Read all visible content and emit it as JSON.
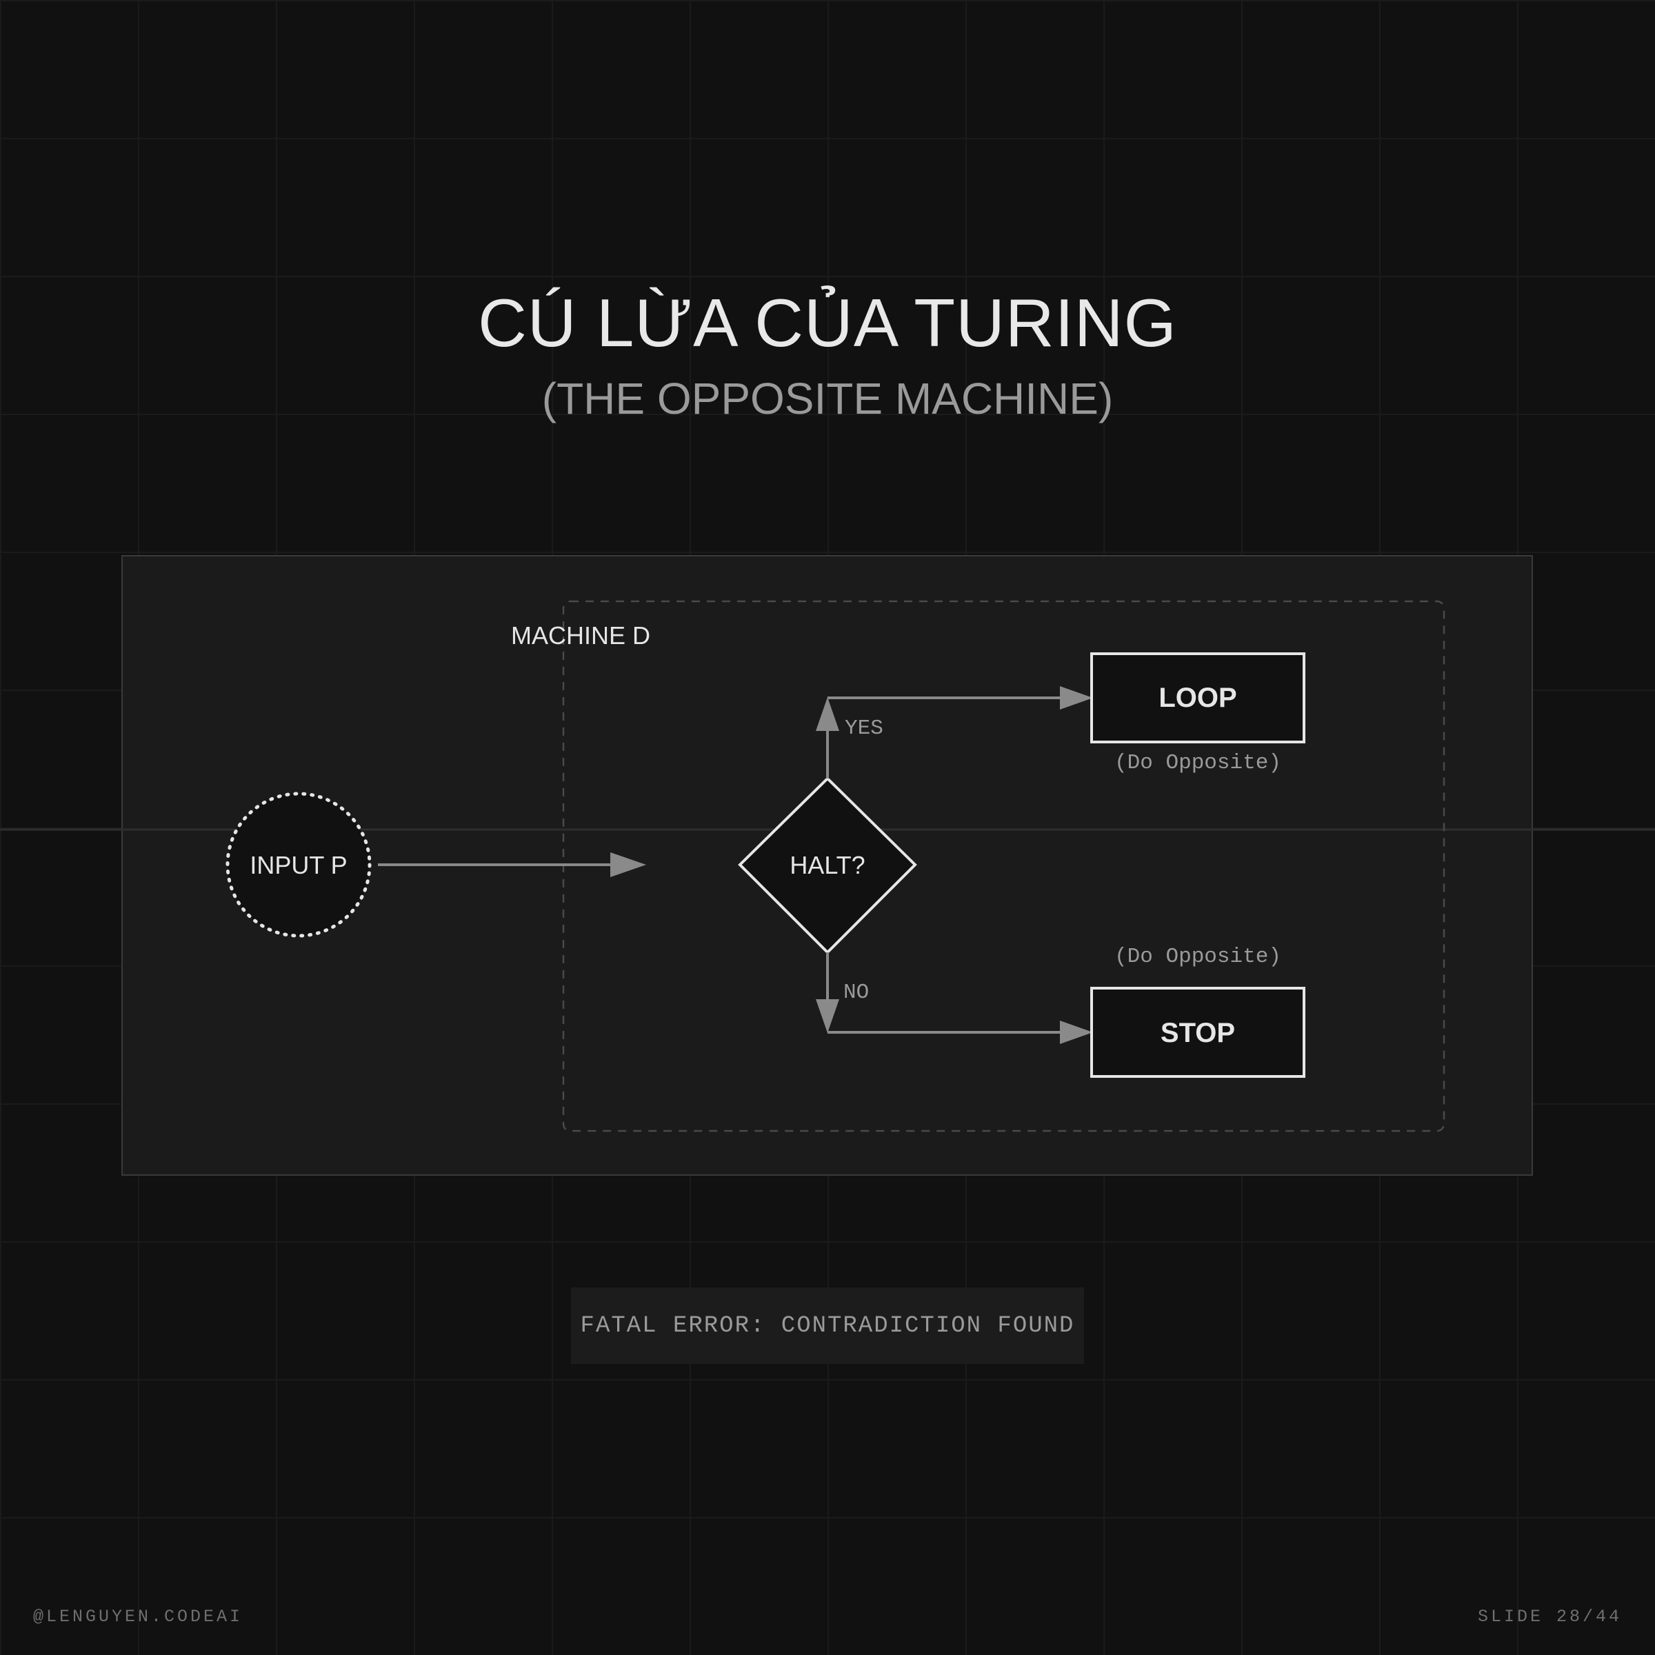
{
  "slide": {
    "title": "CÚ LỪA CỦA TURING",
    "subtitle": "(THE OPPOSITE MACHINE)"
  },
  "diagram": {
    "container_label": "MACHINE D",
    "input_node": "INPUT P",
    "decision_node": "HALT?",
    "yes_label": "YES",
    "no_label": "NO",
    "loop_box": "LOOP",
    "stop_box": "STOP",
    "loop_note": "(Do Opposite)",
    "stop_note": "(Do Opposite)"
  },
  "status": {
    "error_message": "FATAL ERROR: CONTRADICTION FOUND"
  },
  "footer": {
    "handle": "@LENGUYEN.CODEAI",
    "slide_counter": "SLIDE 28/44"
  },
  "colors": {
    "background": "#111111",
    "panel": "#1b1b1b",
    "stroke": "#e6e6e6",
    "arrow": "#8a8a8a",
    "muted_text": "#9a9a9a"
  }
}
